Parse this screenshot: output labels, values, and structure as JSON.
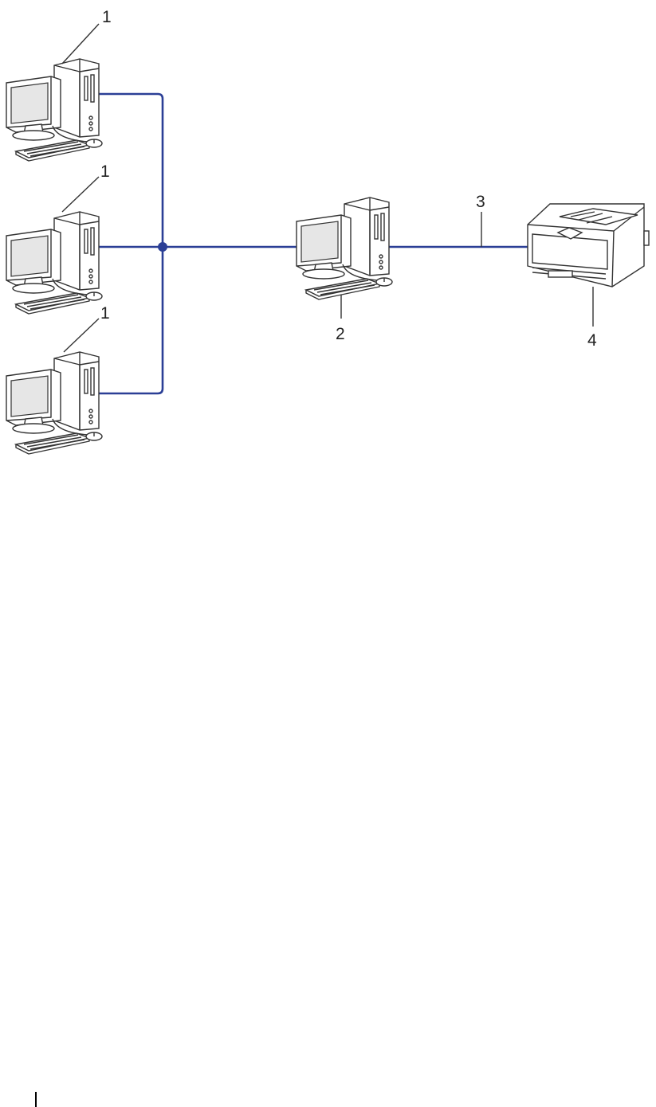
{
  "diagram": {
    "callouts": {
      "client_1": "1",
      "client_2": "1",
      "client_3": "1",
      "print_server": "2",
      "cable": "3",
      "printer": "4"
    },
    "line_color": "#2b3f96",
    "icons": [
      "desktop-computer-icon",
      "printer-icon"
    ]
  }
}
